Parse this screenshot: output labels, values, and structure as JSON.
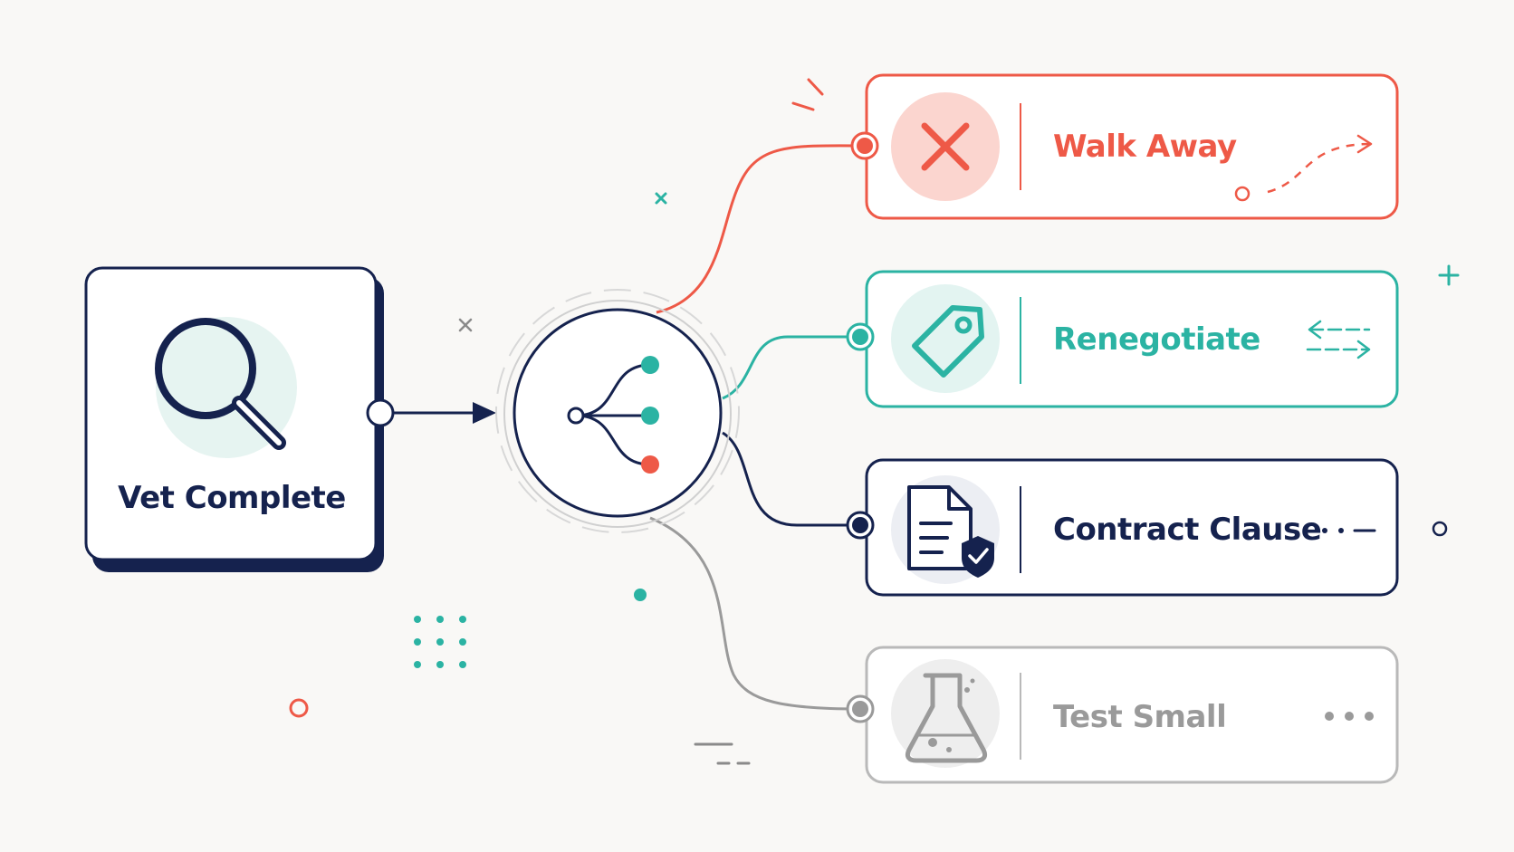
{
  "start": {
    "label": "Vet Complete"
  },
  "options": [
    {
      "id": "walk-away",
      "label": "Walk Away",
      "color": "#ee5947"
    },
    {
      "id": "renegotiate",
      "label": "Renegotiate",
      "color": "#2bb3a3"
    },
    {
      "id": "contract-clause",
      "label": "Contract Clause",
      "color": "#15224e"
    },
    {
      "id": "test-small",
      "label": "Test Small",
      "color": "#9a9a9a"
    }
  ],
  "colors": {
    "navy": "#15224e",
    "coral": "#ee5947",
    "teal": "#2bb3a3",
    "gray": "#9a9a9a",
    "background": "#f9f8f6"
  },
  "icons": [
    "magnifier-icon",
    "branch-icon",
    "x-icon",
    "tag-icon",
    "document-shield-icon",
    "flask-icon"
  ]
}
